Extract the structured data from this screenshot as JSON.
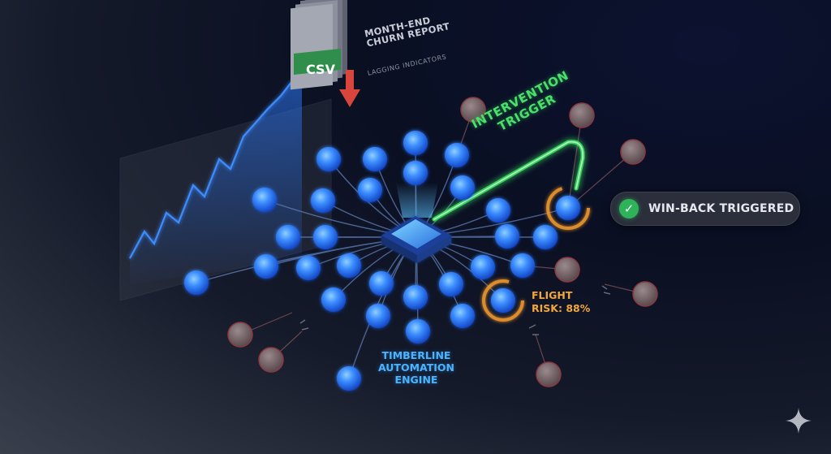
{
  "report": {
    "file_label": "CSV",
    "title_line1": "MONTH-END",
    "title_line2": "CHURN REPORT",
    "subtitle": "LAGGING INDICATORS"
  },
  "trigger": {
    "line1": "INTERVENTION",
    "line2": "TRIGGER"
  },
  "flight_risk": {
    "line1": "FLIGHT",
    "line2": "RISK: 88%"
  },
  "engine": {
    "line1": "TIMBERLINE",
    "line2": "AUTOMATION",
    "line3": "ENGINE"
  },
  "status": {
    "label": "WIN-BACK TRIGGERED",
    "icon": "check-icon"
  },
  "colors": {
    "node": "#2f7dff",
    "node_glow": "#4aa3ff",
    "lost_node": "#7a6468",
    "intervention": "#39d65b",
    "risk_ring": "#f29a2e",
    "success": "#2fb35a"
  },
  "icons": {
    "corner": "sparkle-icon",
    "document": "csv-file-icon",
    "arrow": "down-arrow-icon"
  }
}
